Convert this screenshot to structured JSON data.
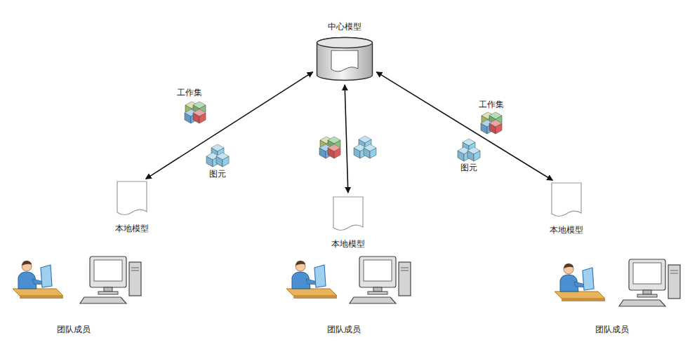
{
  "diagram": {
    "nodes": [
      {
        "text": [
          "中心模型"
        ]
      },
      {
        "text": [
          "本地模型"
        ]
      },
      {
        "text": [
          "本地模型"
        ]
      },
      {
        "text": [
          "本地模型"
        ]
      }
    ],
    "edges": [
      {
        "from": 0,
        "to": 1,
        "arrow": "both"
      },
      {
        "from": 0,
        "to": 2,
        "arrow": "both"
      },
      {
        "from": 0,
        "to": 3,
        "arrow": "both"
      }
    ],
    "labels": [
      "工作集",
      "图元",
      "工作集",
      "图元",
      "团队成员",
      "团队成员",
      "团队成员"
    ]
  }
}
